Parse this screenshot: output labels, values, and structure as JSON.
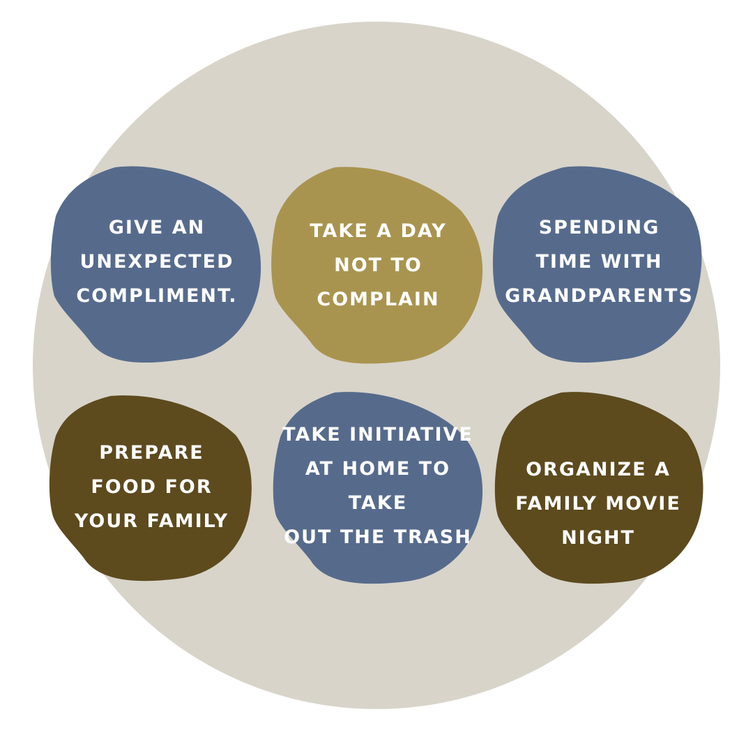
{
  "colors": {
    "page_background": "#ffffff",
    "circle_background": "#d8d4ca",
    "slate_blue": "#566b8c",
    "mustard": "#a9944f",
    "olive_brown": "#5d4b1e",
    "text": "#ffffff"
  },
  "cards": [
    {
      "text": "GIVE AN\nUNEXPECTED\nCOMPLIMENT.",
      "color": "#566b8c"
    },
    {
      "text": "TAKE A DAY\nNOT TO\nCOMPLAIN",
      "color": "#a9944f"
    },
    {
      "text": "SPENDING\nTIME WITH\nGRANDPARENTS",
      "color": "#566b8c"
    },
    {
      "text": "PREPARE\nFOOD FOR\nYOUR FAMILY",
      "color": "#5d4b1e"
    },
    {
      "text": "TAKE INITIATIVE\nAT HOME TO TAKE\nOUT THE TRASH",
      "color": "#566b8c"
    },
    {
      "text": "ORGANIZE A\nFAMILY MOVIE\nNIGHT",
      "color": "#5d4b1e"
    }
  ]
}
